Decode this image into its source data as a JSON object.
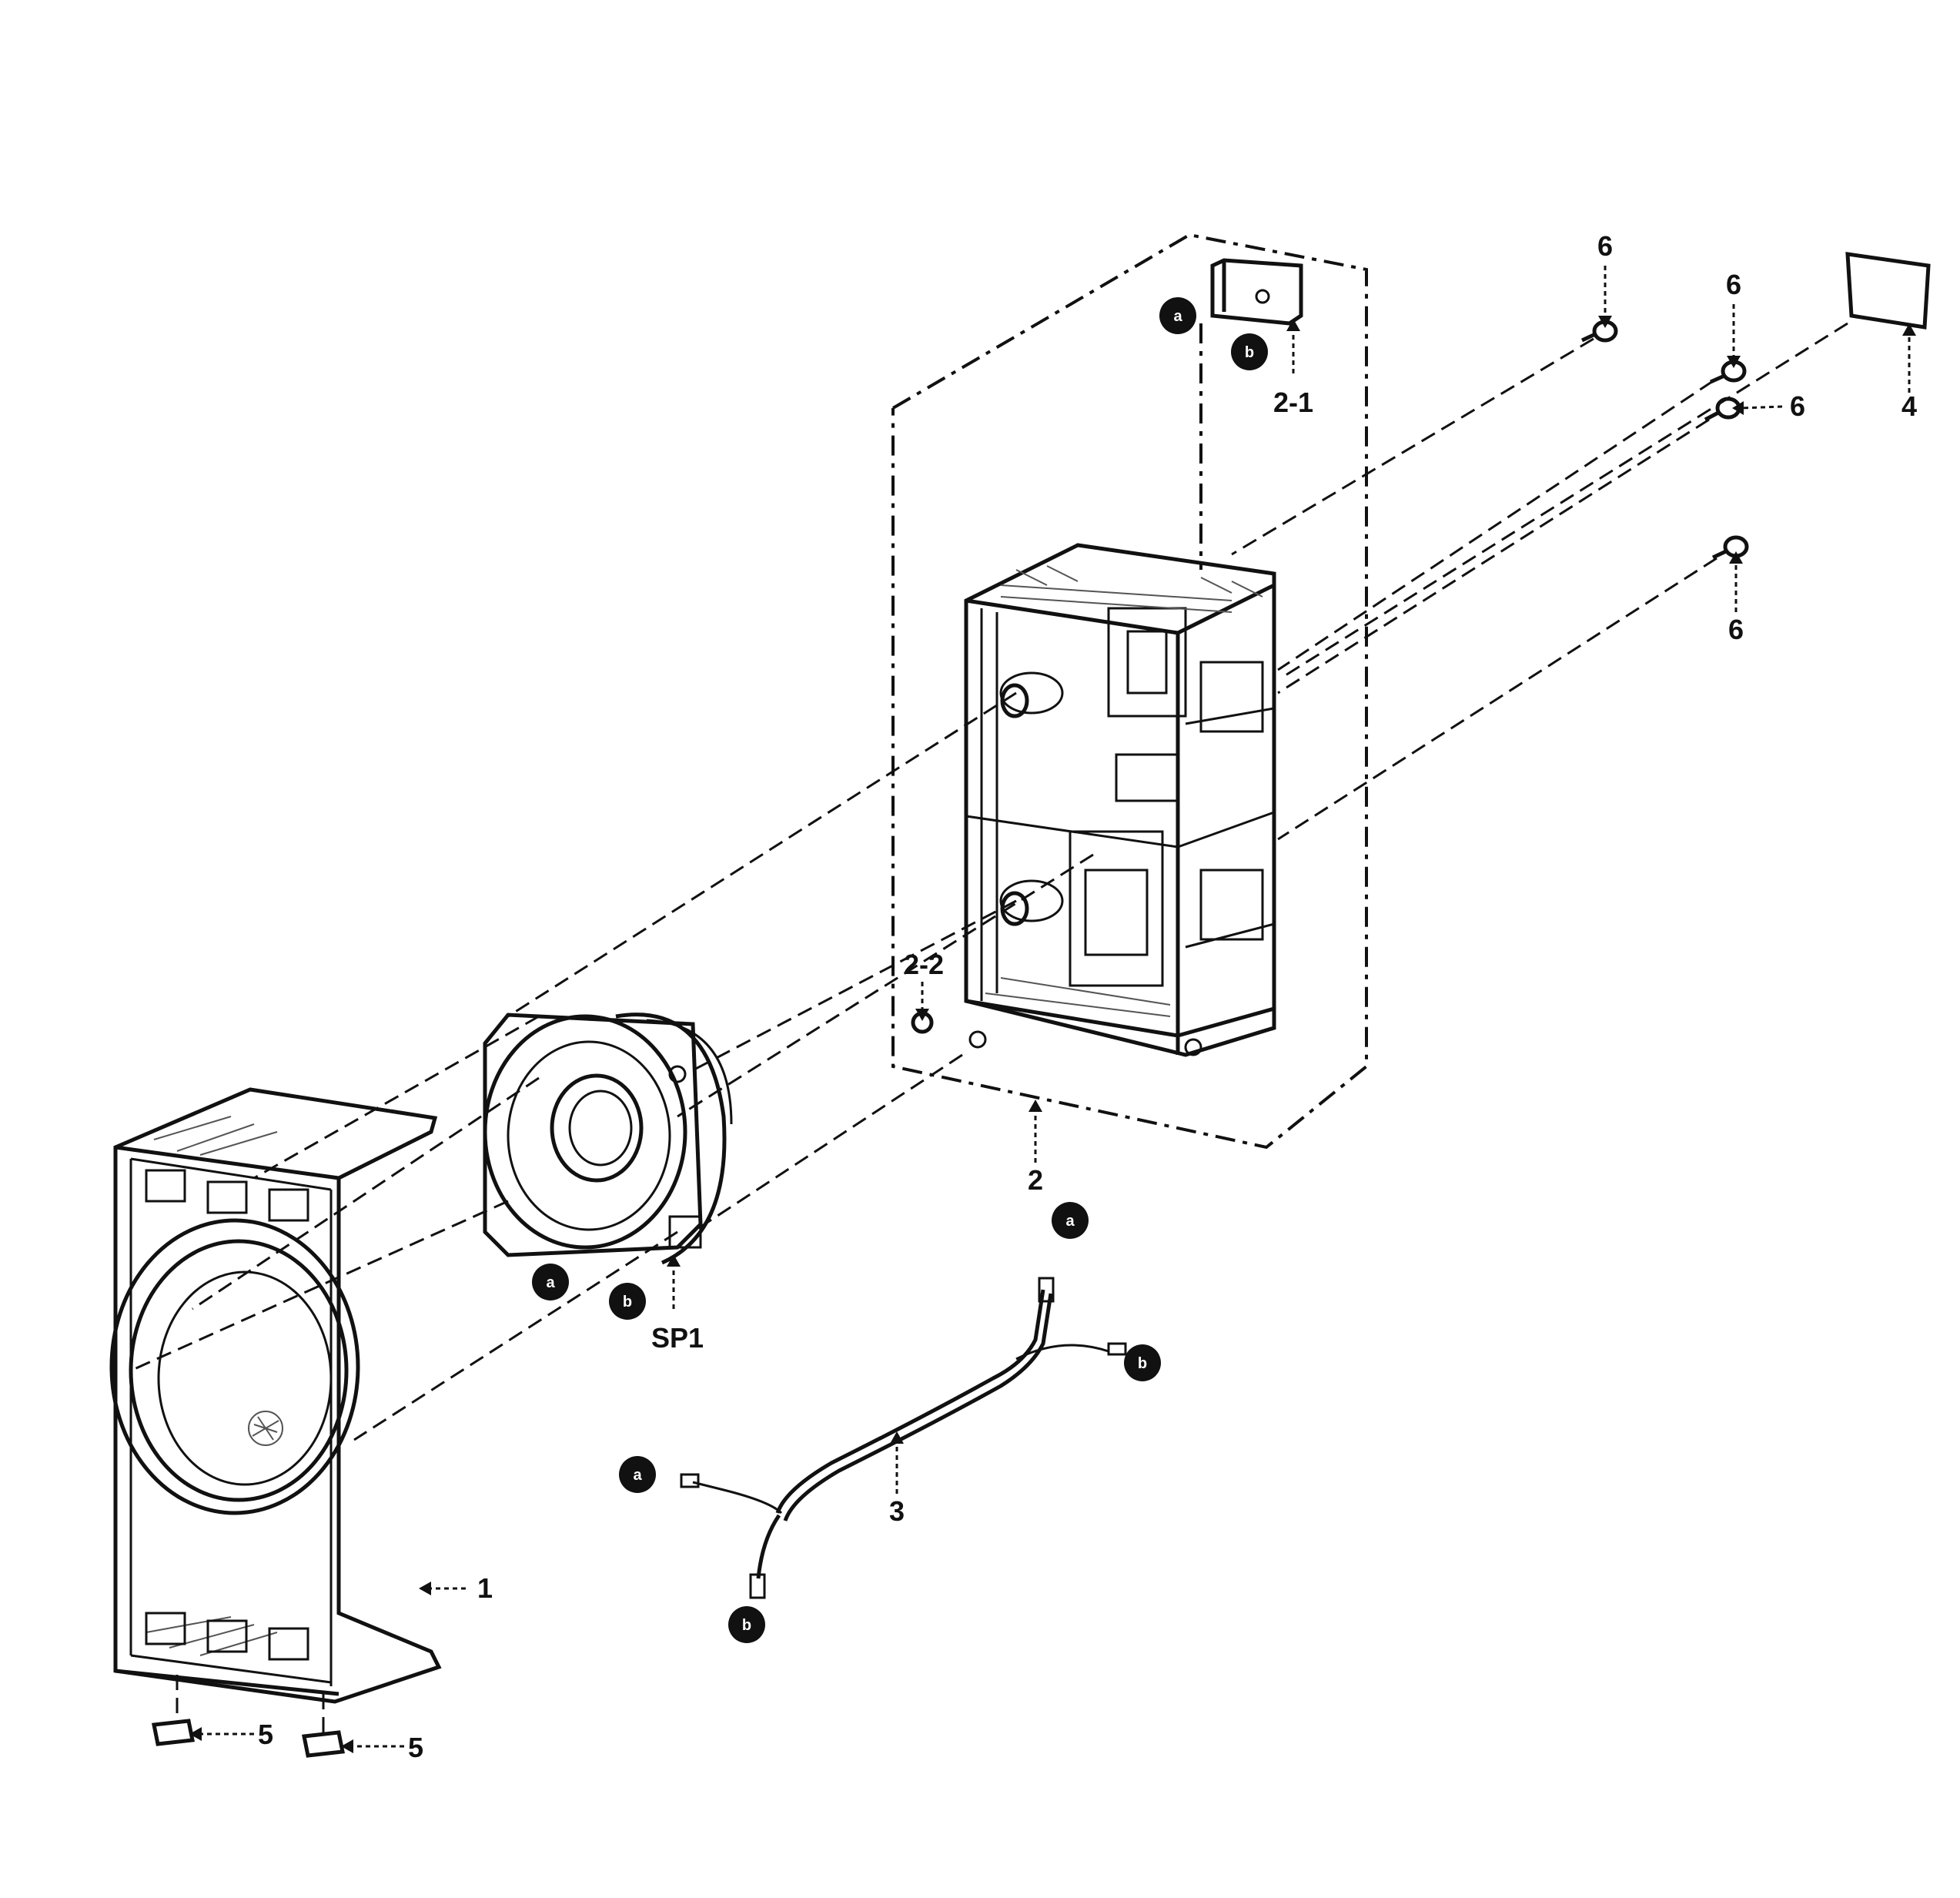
{
  "callouts": {
    "part_1": "1",
    "part_2": "2",
    "part_2_1": "2-1",
    "part_2_2": "2-2",
    "part_3": "3",
    "part_4": "4",
    "part_5_a": "5",
    "part_5_b": "5",
    "part_6_a": "6",
    "part_6_b": "6",
    "part_6_c": "6",
    "part_6_d": "6",
    "sp1": "SP1"
  },
  "connectors": {
    "a": "a",
    "b": "b"
  }
}
